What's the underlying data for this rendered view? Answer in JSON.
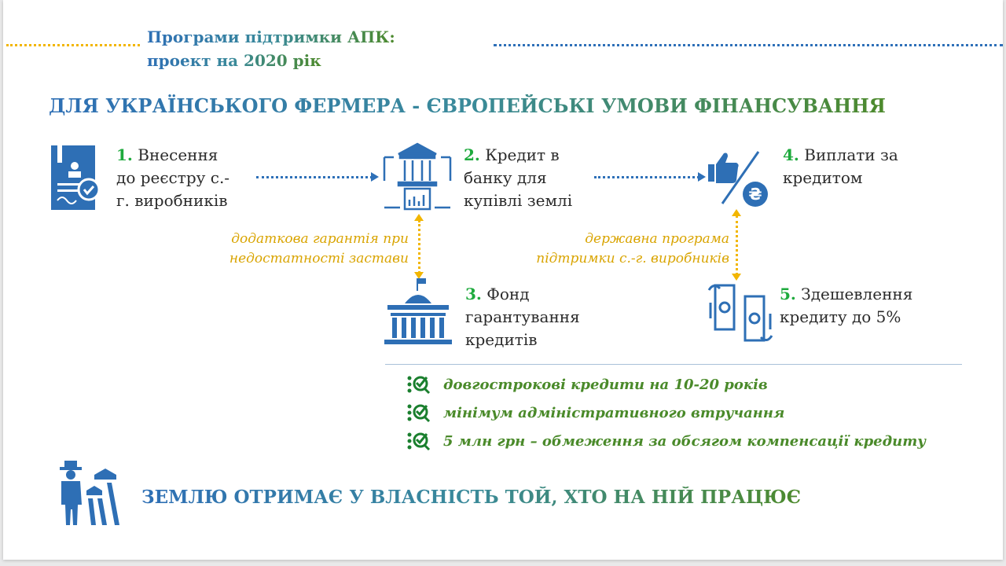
{
  "header": {
    "title_line1": "Програми підтримки АПК:",
    "title_line2": "проект на 2020 рік"
  },
  "headline": "ДЛЯ УКРАЇНСЬКОГО ФЕРМЕРА - ЄВРОПЕЙСЬКІ УМОВИ ФІНАНСУВАННЯ",
  "steps": [
    {
      "num": "1.",
      "lines": [
        "Внесення",
        "до реєстру с.-",
        "г. виробників"
      ],
      "icon": "registry-document-icon"
    },
    {
      "num": "2.",
      "lines": [
        "Кредит в",
        "банку для",
        "купівлі землі"
      ],
      "icon": "bank-icon"
    },
    {
      "num": "3.",
      "lines": [
        "Фонд",
        "гарантування",
        "кредитів"
      ],
      "icon": "government-building-icon"
    },
    {
      "num": "4.",
      "lines": [
        "Виплати за",
        "кредитом"
      ],
      "icon": "thumbs-up-hryvnia-icon"
    },
    {
      "num": "5.",
      "lines": [
        "Здешевлення",
        "кредиту до 5%"
      ],
      "icon": "money-hand-icon"
    }
  ],
  "notes": {
    "guarantee": [
      "додаткова гарантія при",
      "недостатності застави"
    ],
    "program": [
      "державна програма",
      "підтримки с.-г. виробників"
    ]
  },
  "benefits": [
    "довгострокові кредити на 10-20 років",
    "мінімум адміністративного втручання",
    "5 млн грн – обмеження за обсягом компенсації кредиту"
  ],
  "footer": "ЗЕМЛЮ ОТРИМАЄ У ВЛАСНІСТЬ ТОЙ, ХТО НА НІЙ ПРАЦЮЄ",
  "colors": {
    "blue": "#2e6fb5",
    "green": "#4d8a2c",
    "yellow": "#f2b600",
    "step_num": "#1eaa3d"
  }
}
